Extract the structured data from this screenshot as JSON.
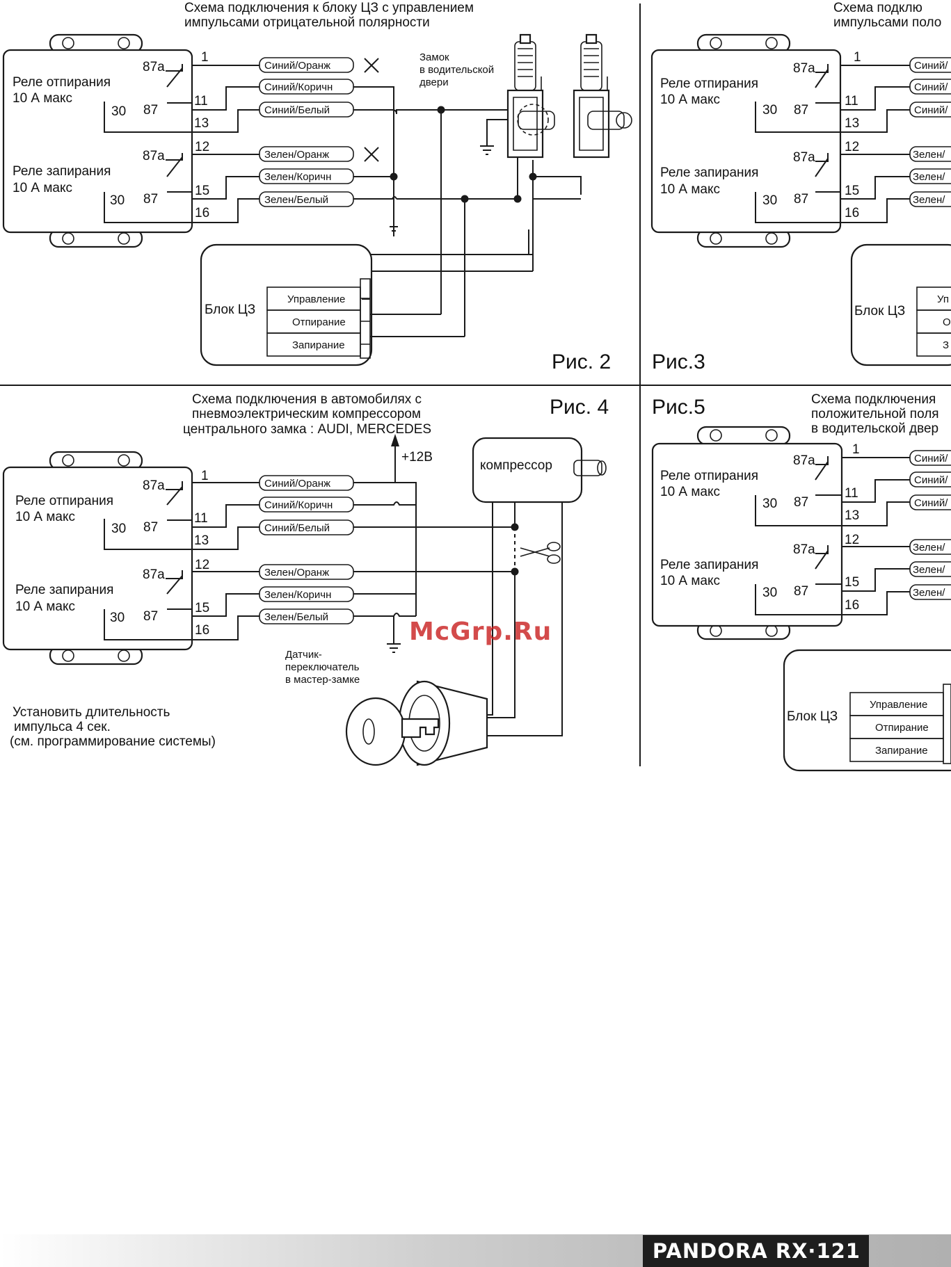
{
  "fig2": {
    "title_line1": "Схема подключения к блоку ЦЗ с управлением",
    "title_line2": "импульсами отрицательной полярности",
    "caption": "Рис. 2",
    "lock_label_line1": "Замок",
    "lock_label_line2": "в водительской",
    "lock_label_line3": "двери"
  },
  "fig3": {
    "title_line1": "Схема подклю",
    "title_line2": "импульсами поло",
    "caption": "Рис.3"
  },
  "fig4": {
    "title_line1": "Схема подключения в автомобилях с",
    "title_line2": "пневмоэлектрическим компрессором",
    "title_line3": "центрального замка : AUDI, MERCEDES",
    "caption": "Рис. 4",
    "plus12": "+12В",
    "compressor": "компрессор",
    "sensor_line1": "Датчик-",
    "sensor_line2": "переключатель",
    "sensor_line3": "в мастер-замке",
    "note_line1": "Установить длительность",
    "note_line2": "импульса 4 сек.",
    "note_line3": "(см. программирование системы)"
  },
  "fig5": {
    "title_line1": "Схема подключения",
    "title_line2": "положительной поля",
    "title_line3": "в водительской двер",
    "caption": "Рис.5"
  },
  "relay": {
    "unlock_line1": "Реле отпирания",
    "unlock_line2": "10 А макс",
    "lock_line1": "Реле запирания",
    "lock_line2": "10 А макс",
    "c87a": "87a",
    "c30": "30",
    "c87": "87"
  },
  "pins": [
    "1",
    "11",
    "13",
    "12",
    "15",
    "16"
  ],
  "wires": [
    "Синий/Оранж",
    "Синий/Коричн",
    "Синий/Белый",
    "Зелен/Оранж",
    "Зелен/Коричн",
    "Зелен/Белый"
  ],
  "wires_cut": [
    "Синий/",
    "Синий/",
    "Синий/",
    "Зелен/",
    "Зелен/",
    "Зелен/"
  ],
  "cz_block": {
    "name": "Блок ЦЗ",
    "rows": [
      "Управление",
      "Отпирание",
      "Запирание"
    ],
    "rows_cut": [
      "Уп",
      "О",
      "З"
    ]
  },
  "watermark": "McGrp.Ru",
  "footer": {
    "brand": "PANDORA RX·121"
  },
  "colors": {
    "ink": "#1a1a1a",
    "watermark": "#c81e1e",
    "footer_dark": "#1e1e1e"
  }
}
